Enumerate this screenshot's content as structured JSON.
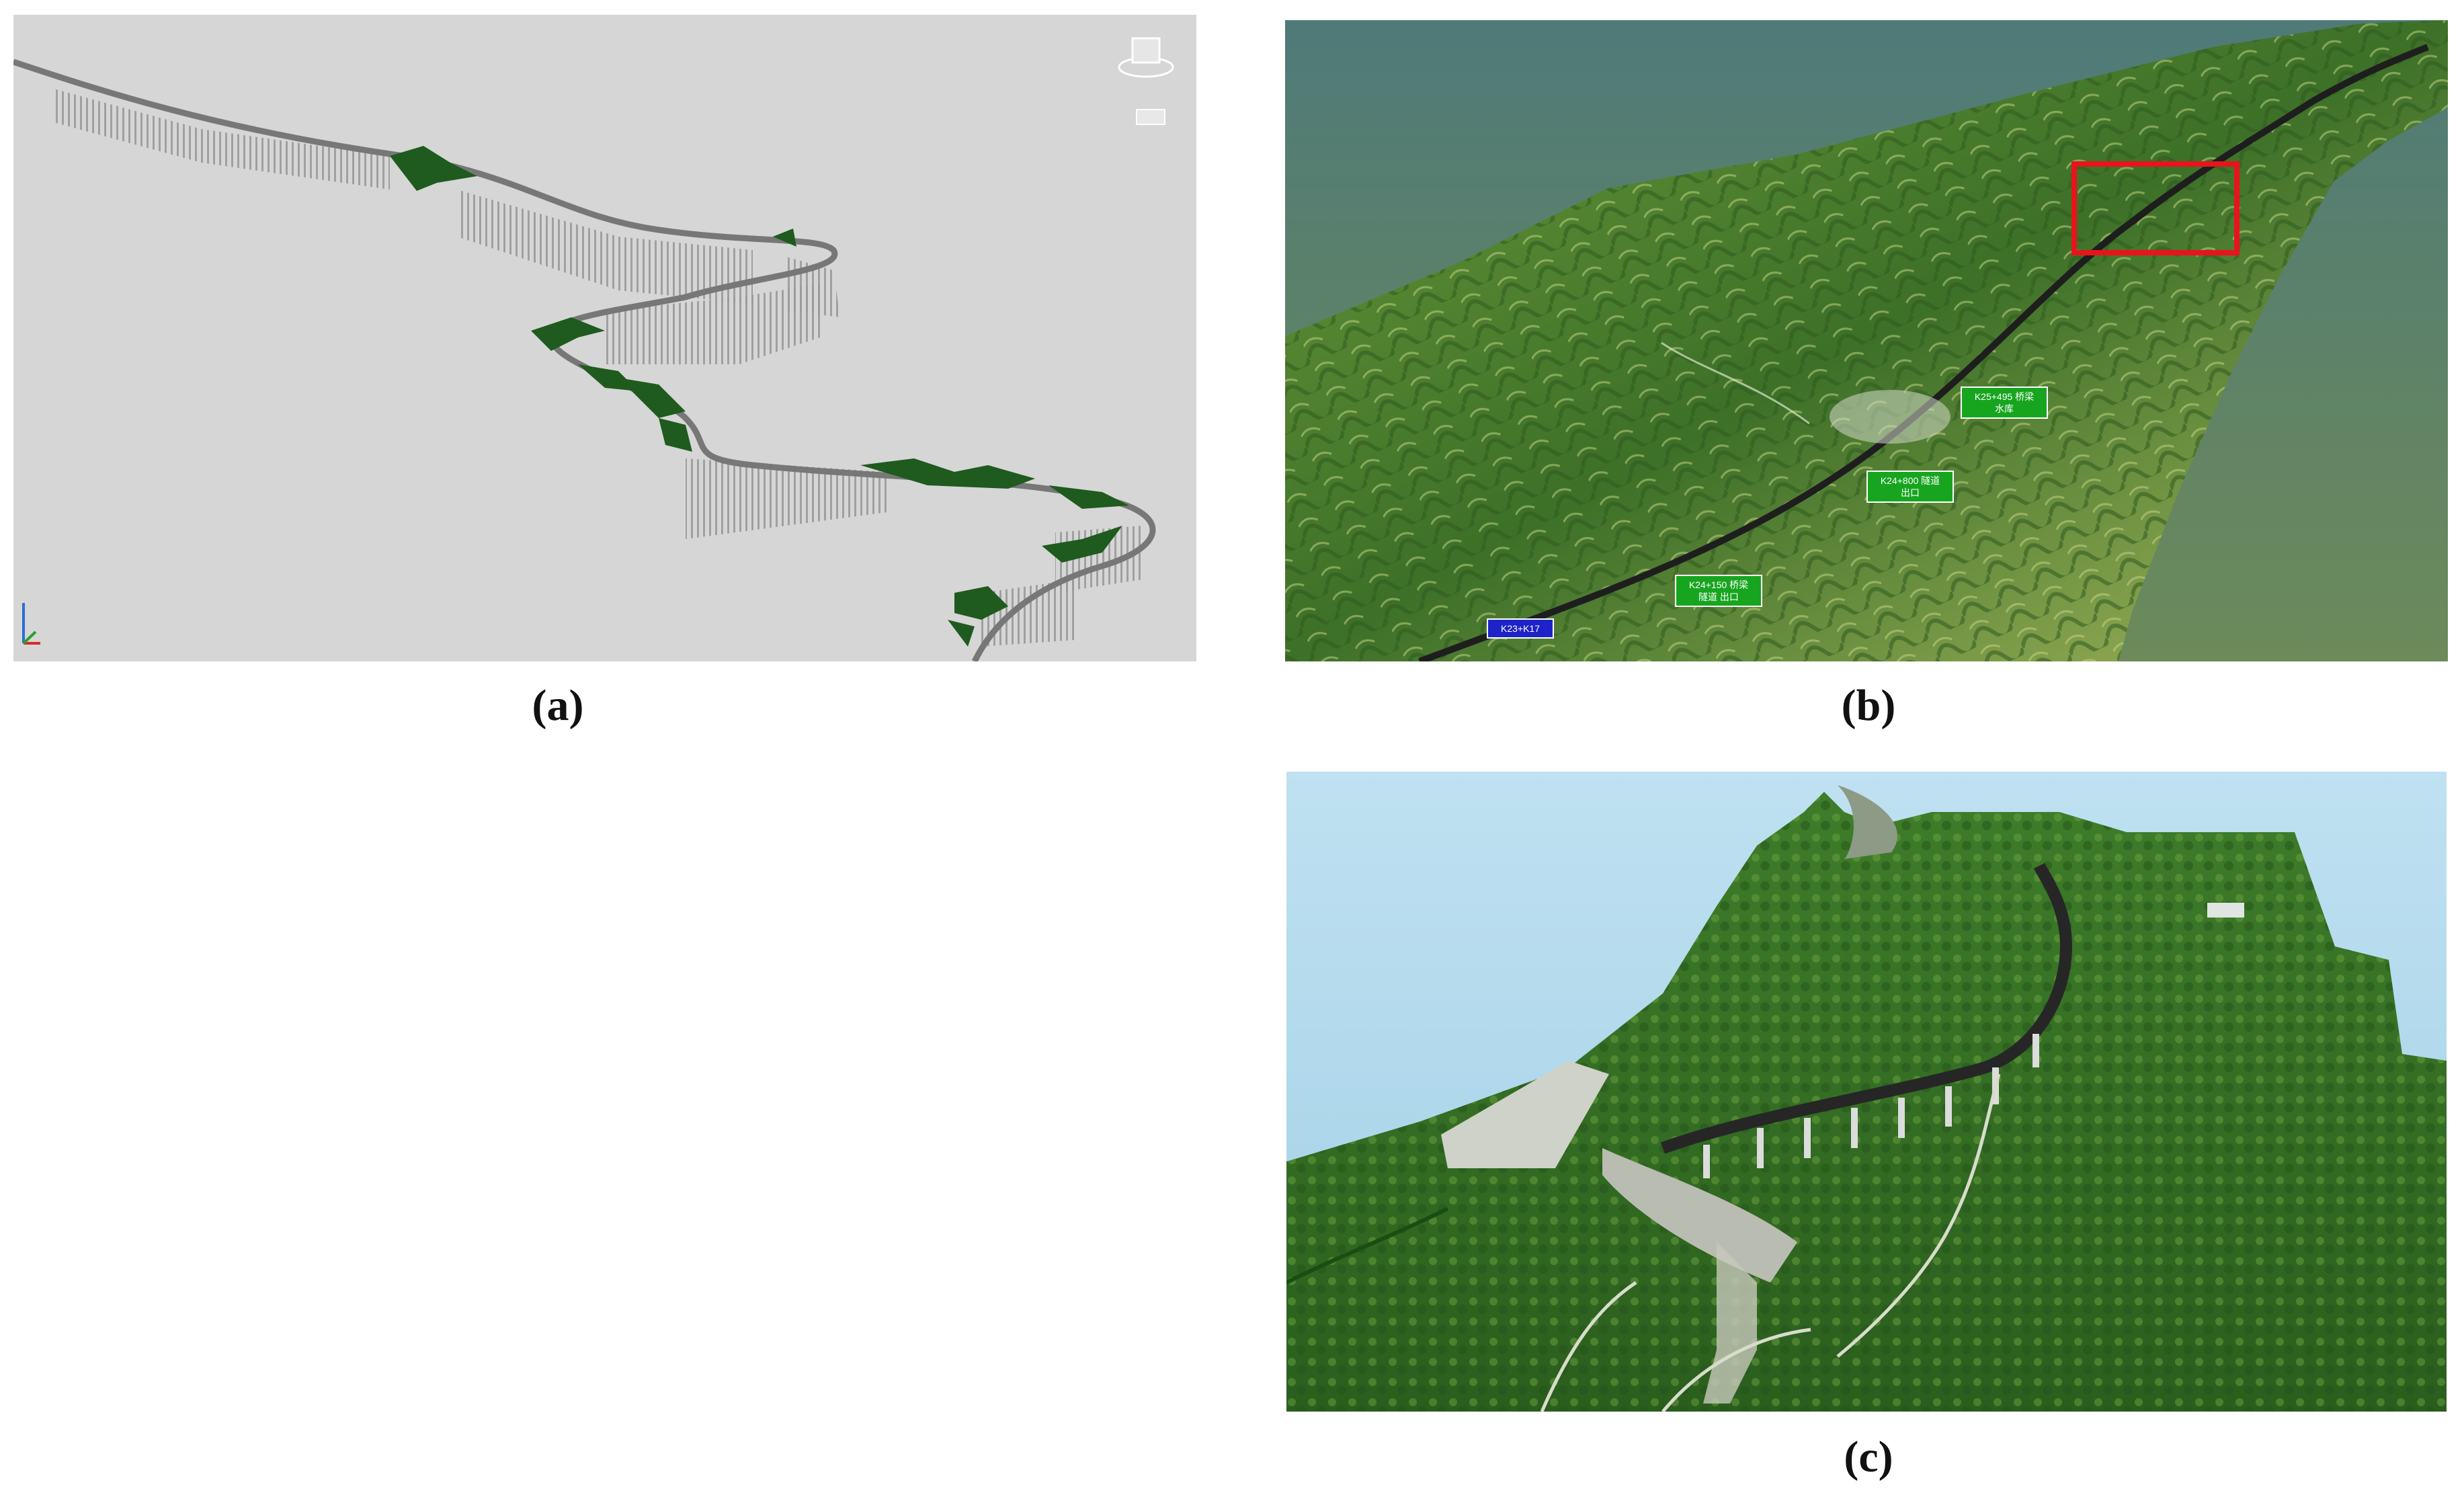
{
  "captions": {
    "a": "(a)",
    "b": "(b)",
    "c": "(c)"
  },
  "panel_a": {
    "background": "#d6d6d6",
    "line_color": "#8c8c8c",
    "terrain_color": "#1f5a1f"
  },
  "panel_b": {
    "labels": [
      {
        "text": "K25+495 桥梁",
        "sub": "水库",
        "style": "green"
      },
      {
        "text": "K24+800 隧道",
        "sub": "出口",
        "style": "green"
      },
      {
        "text": "K24+150 桥梁",
        "sub": "隧道 出口",
        "style": "green"
      },
      {
        "text": "K23+K17",
        "sub": "",
        "style": "blue"
      }
    ],
    "highlight_color": "#e8141c"
  },
  "panel_c": {
    "sky_color": "#a9d4ea"
  }
}
